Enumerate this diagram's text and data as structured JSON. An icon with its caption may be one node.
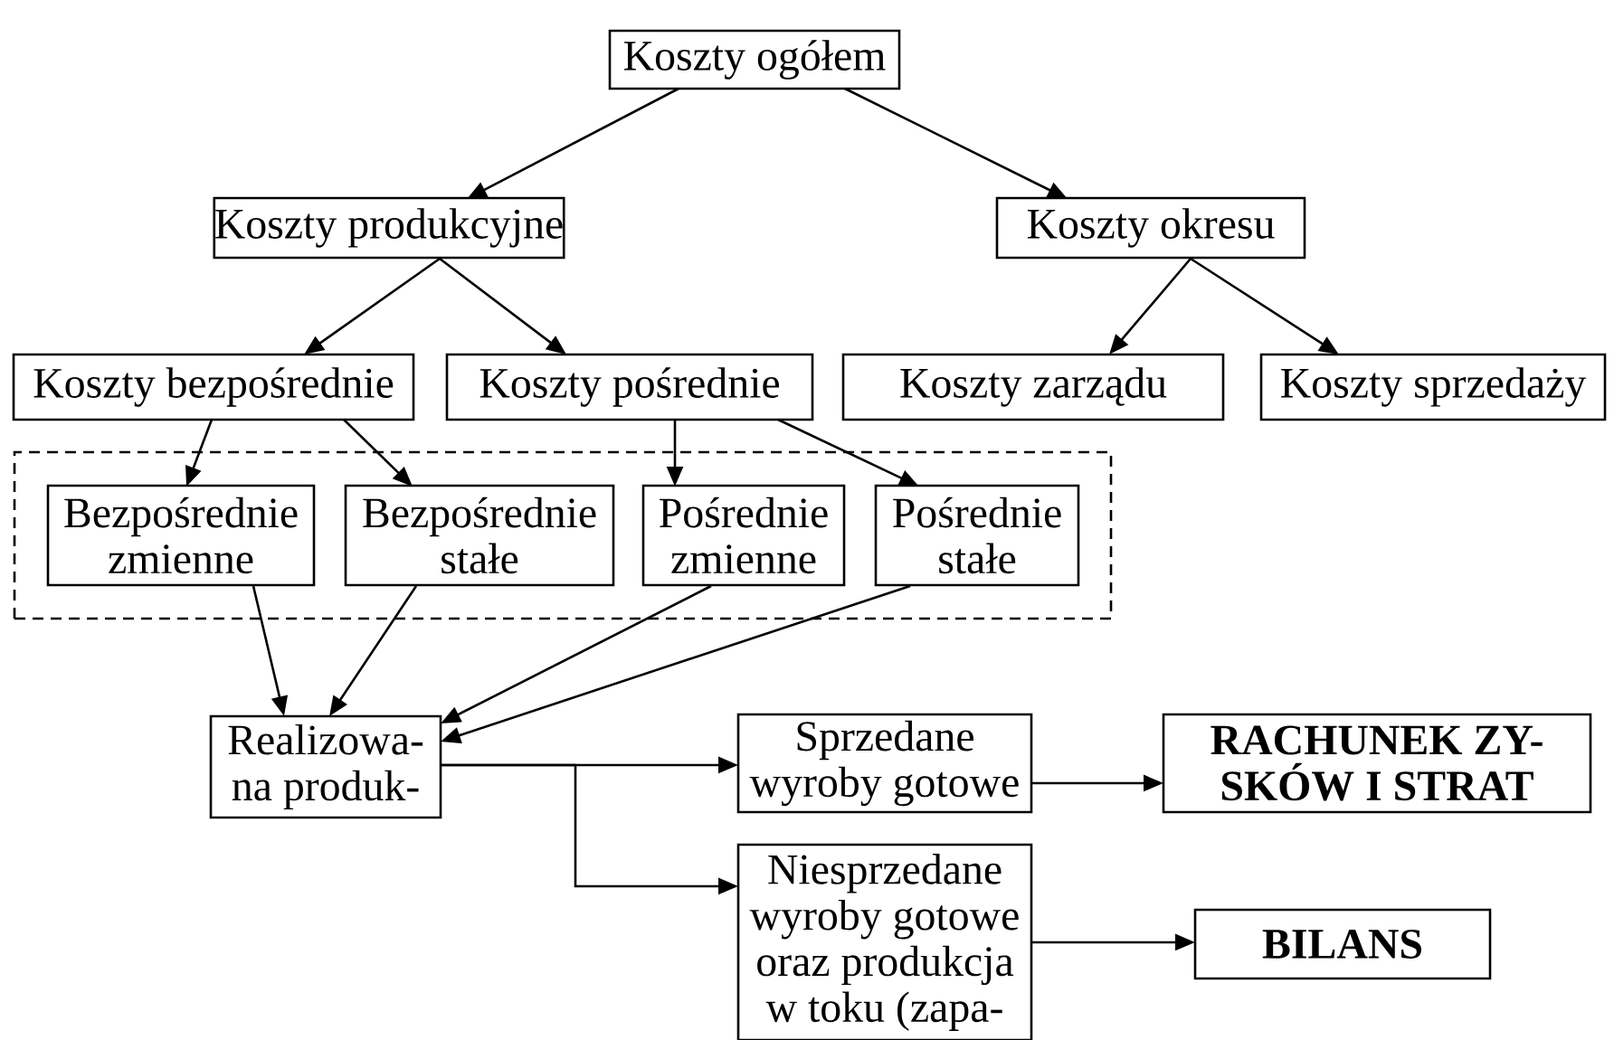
{
  "diagram": {
    "nodes": [
      {
        "text": [
          "Koszty ogółem"
        ]
      },
      {
        "text": [
          "Koszty produkcyjne"
        ]
      },
      {
        "text": [
          "Koszty okresu"
        ]
      },
      {
        "text": [
          "Koszty bezpośrednie"
        ]
      },
      {
        "text": [
          "Koszty pośrednie"
        ]
      },
      {
        "text": [
          "Koszty zarządu"
        ]
      },
      {
        "text": [
          "Koszty sprzedaży"
        ]
      },
      {
        "text": [],
        "shape": "box"
      },
      {
        "text": [
          "Bezpośrednie zmienne"
        ],
        "in": 7
      },
      {
        "text": [
          "Bezpośrednie stałe"
        ],
        "in": 7
      },
      {
        "text": [
          "Pośrednie zmienne"
        ],
        "in": 7
      },
      {
        "text": [
          "Pośrednie stałe"
        ],
        "in": 7
      },
      {
        "text": [
          "Realizowa- na produk-"
        ]
      },
      {
        "text": [
          "Sprzedane wyroby gotowe"
        ]
      },
      {
        "text": [
          "RACHUNEK ZY- SKÓW I STRAT"
        ]
      },
      {
        "text": [
          "Niesprzedane wyroby gotowe oraz produkcja w toku (zapa-"
        ]
      },
      {
        "text": [
          "BILANS"
        ]
      }
    ],
    "edges": [
      {
        "from": 0,
        "to": 1,
        "arrow": "to"
      },
      {
        "from": 0,
        "to": 2,
        "arrow": "to"
      },
      {
        "from": 1,
        "to": 3,
        "arrow": "to"
      },
      {
        "from": 1,
        "to": 4,
        "arrow": "to"
      },
      {
        "from": 2,
        "to": 5,
        "arrow": "to"
      },
      {
        "from": 2,
        "to": 6,
        "arrow": "to"
      },
      {
        "from": 3,
        "to": 8,
        "arrow": "to"
      },
      {
        "from": 3,
        "to": 9,
        "arrow": "to"
      },
      {
        "from": 4,
        "to": 10,
        "arrow": "to"
      },
      {
        "from": 4,
        "to": 11,
        "arrow": "to"
      },
      {
        "from": 8,
        "to": 12,
        "arrow": "to"
      },
      {
        "from": 9,
        "to": 12,
        "arrow": "to"
      },
      {
        "from": 10,
        "to": 12,
        "arrow": "to"
      },
      {
        "from": 11,
        "to": 12,
        "arrow": "to"
      },
      {
        "from": 12,
        "to": 13,
        "arrow": "to"
      },
      {
        "from": 12,
        "to": 15,
        "arrow": "to"
      },
      {
        "from": 13,
        "to": 14,
        "arrow": "to"
      },
      {
        "from": 15,
        "to": 16,
        "arrow": "to"
      }
    ]
  }
}
